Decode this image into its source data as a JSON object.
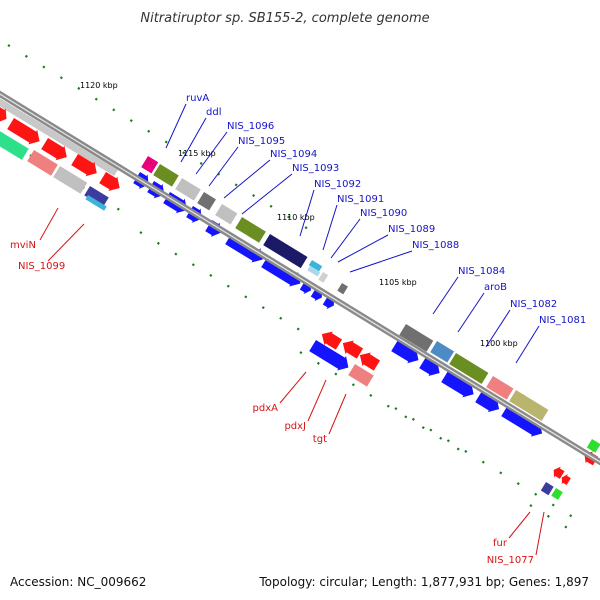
{
  "title": "Nitratiruptor sp. SB155-2, complete genome",
  "footer": {
    "accession": "Accession: NC_009662",
    "topology": "Topology: circular; Length: 1,877,931 bp; Genes: 1,897"
  },
  "colors": {
    "forward_label": "#1414c8",
    "reverse_label": "#d41414",
    "tick": "#1e7a1e",
    "backbone": "#8a8a8a"
  },
  "ticks": [
    "1120 kbp",
    "1115 kbp",
    "1110 kbp",
    "1105 kbp",
    "1100 kbp"
  ],
  "forward_labels": [
    "ruvA",
    "ddl",
    "NIS_1096",
    "NIS_1095",
    "NIS_1094",
    "NIS_1093",
    "NIS_1092",
    "NIS_1091",
    "NIS_1090",
    "NIS_1089",
    "NIS_1088",
    "NIS_1084",
    "aroB",
    "NIS_1082",
    "NIS_1081"
  ],
  "reverse_labels": [
    "mviN",
    "NIS_1099",
    "pdxA",
    "pdxJ",
    "tgt",
    "fur",
    "NIS_1077"
  ]
}
